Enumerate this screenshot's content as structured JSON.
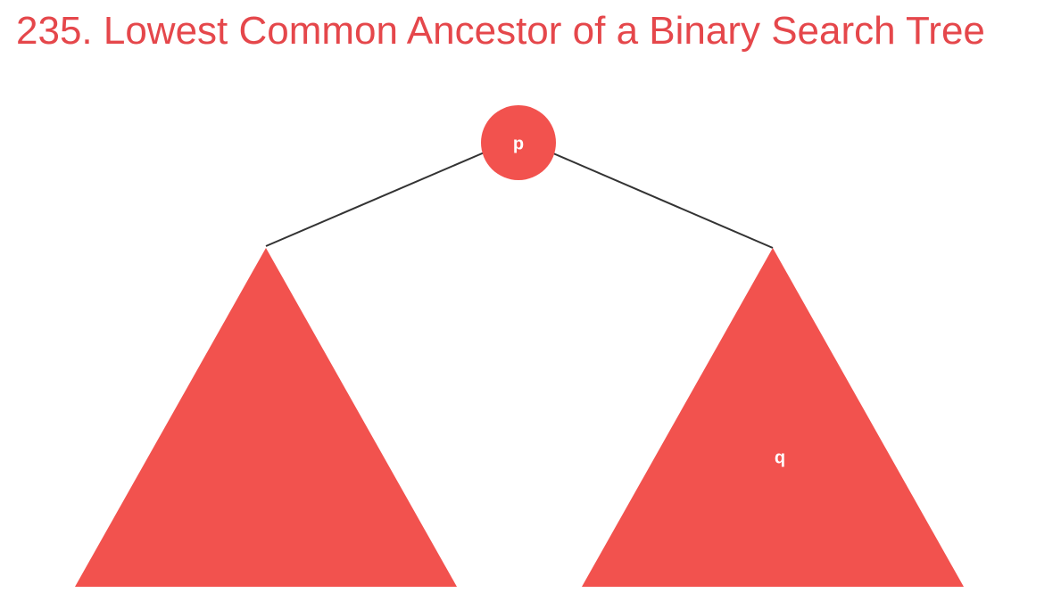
{
  "slide": {
    "title": "235. Lowest Common Ancestor of a Binary Search Tree"
  },
  "tree": {
    "root_label": "p",
    "right_subtree_label": "q"
  },
  "colors": {
    "accent": "#f2524e",
    "title": "#e5474b",
    "edge": "#333333",
    "label": "#ffffff"
  }
}
